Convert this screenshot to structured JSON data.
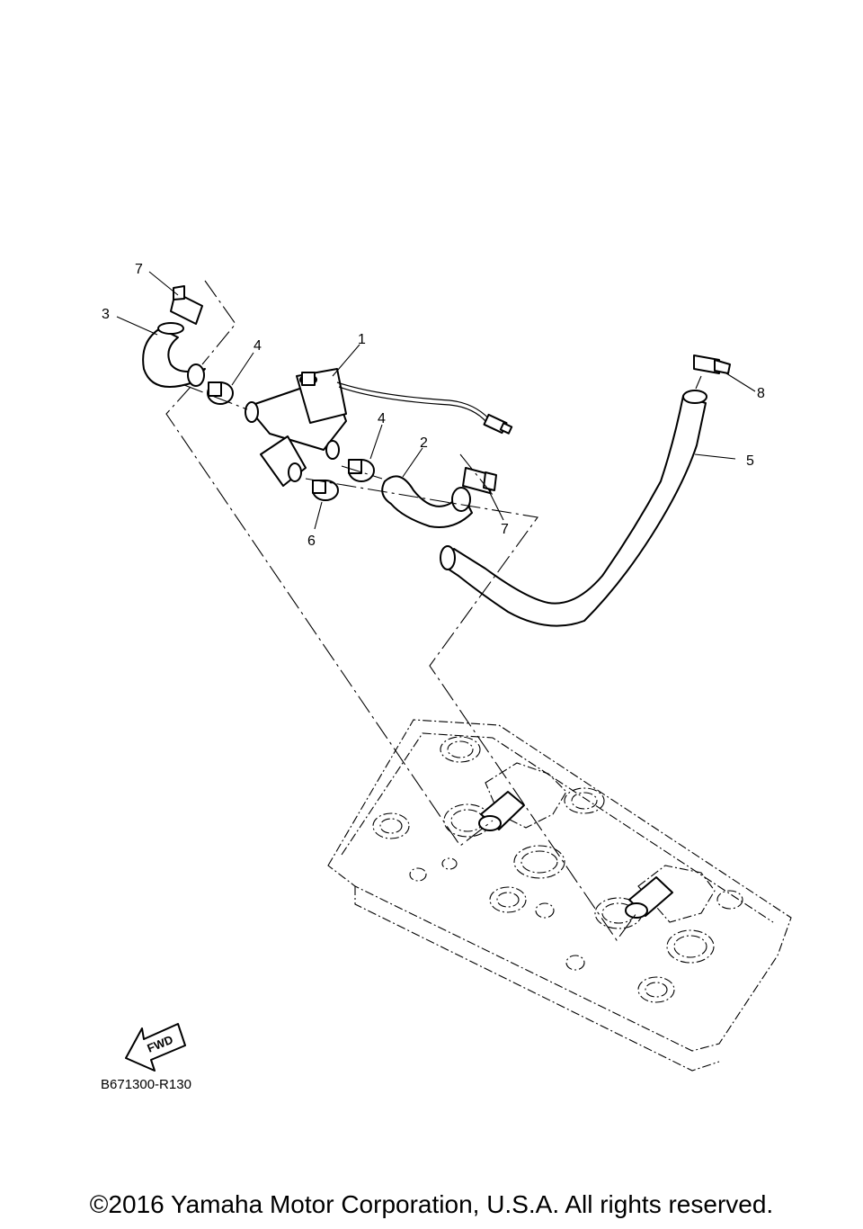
{
  "diagram": {
    "callouts": [
      {
        "id": "label-1",
        "text": "1"
      },
      {
        "id": "label-2",
        "text": "2"
      },
      {
        "id": "label-3",
        "text": "3"
      },
      {
        "id": "label-4a",
        "text": "4"
      },
      {
        "id": "label-4b",
        "text": "4"
      },
      {
        "id": "label-5",
        "text": "5"
      },
      {
        "id": "label-6",
        "text": "6"
      },
      {
        "id": "label-7a",
        "text": "7"
      },
      {
        "id": "label-7b",
        "text": "7"
      },
      {
        "id": "label-8",
        "text": "8"
      }
    ],
    "fwd_label": "FWD",
    "part_number": "B671300-R130"
  },
  "footer": {
    "copyright": "©2016 Yamaha Motor Corporation, U.S.A. All rights reserved."
  }
}
